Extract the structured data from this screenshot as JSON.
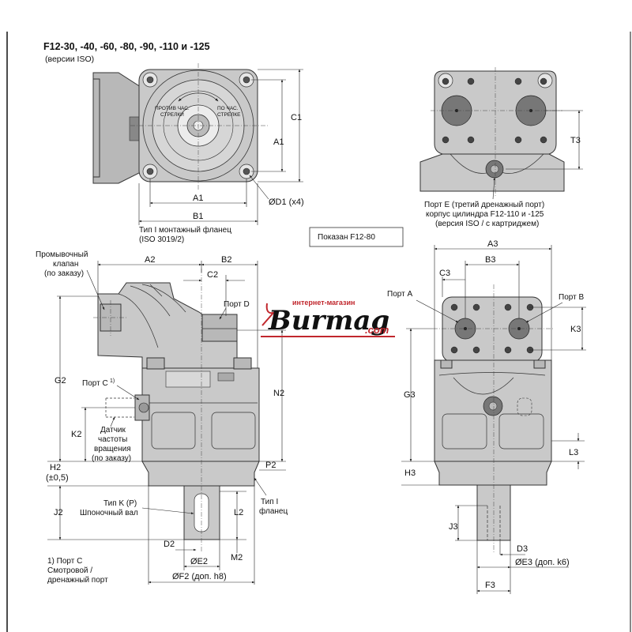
{
  "title": {
    "line1": "F12-30, -40, -60,  -80, -90, -110 и -125",
    "line2": "(версии ISO)"
  },
  "front_view": {
    "rotation_ccw": [
      "ПРОТИВ ЧАС.",
      "СТРЕЛКИ"
    ],
    "rotation_cw": [
      "ПО ЧАС.",
      "СТРЕЛКЕ"
    ],
    "dims": {
      "A1_h": "A1",
      "B1": "B1",
      "A1_v": "A1",
      "C1": "C1",
      "D1": "ØD1 (x4)"
    },
    "flange_note": [
      "Тип I монтажный фланец",
      "(ISO 3019/2)"
    ]
  },
  "rear_view": {
    "dim_T3": "T3",
    "port_e_note": [
      "Порт  E (третий дренажный порт)",
      "корпус цилиндра F12-110 и -125",
      "(версия ISO / с картриджем)"
    ]
  },
  "shown_box": "Показан F12-80",
  "side_view": {
    "labels": {
      "flush_valve": [
        "Промывочный",
        "клапан",
        "(по заказу)"
      ],
      "port_d": "Порт  D",
      "port_c": "Порт  C",
      "port_c_sup": "1)",
      "speed_sensor": [
        "Датчик",
        "частоты",
        "вращения",
        "(по заказу)"
      ],
      "shaft_k": [
        "Тип K (P)",
        "Шпоночный вал"
      ],
      "flange_type": [
        "Тип I",
        "фланец"
      ]
    },
    "dims": {
      "A2": "A2",
      "B2": "B2",
      "C2": "C2",
      "G2": "G2",
      "K2": "K2",
      "H2": "H2",
      "H2_tol": "(±0,5)",
      "N2": "N2",
      "P2": "P2",
      "J2": "J2",
      "L2": "L2",
      "D2": "D2",
      "M2": "M2",
      "E2": "ØE2",
      "F2": "ØF2 (доп. h8)"
    },
    "footnote": [
      "1) Порт  C",
      "Смотровой /",
      "дренажный порт"
    ]
  },
  "end_view": {
    "labels": {
      "port_a": "Порт  A",
      "port_b": "Порт  B"
    },
    "dims": {
      "A3": "A3",
      "B3": "B3",
      "C3": "C3",
      "K3": "K3",
      "G3": "G3",
      "L3": "L3",
      "H3": "H3",
      "J3": "J3",
      "D3": "D3",
      "E3": "ØE3 (доп. k6)",
      "F3": "F3"
    }
  },
  "watermark": {
    "top": "интернет-магазин",
    "brand": "Burmag",
    "tld": ".com"
  }
}
